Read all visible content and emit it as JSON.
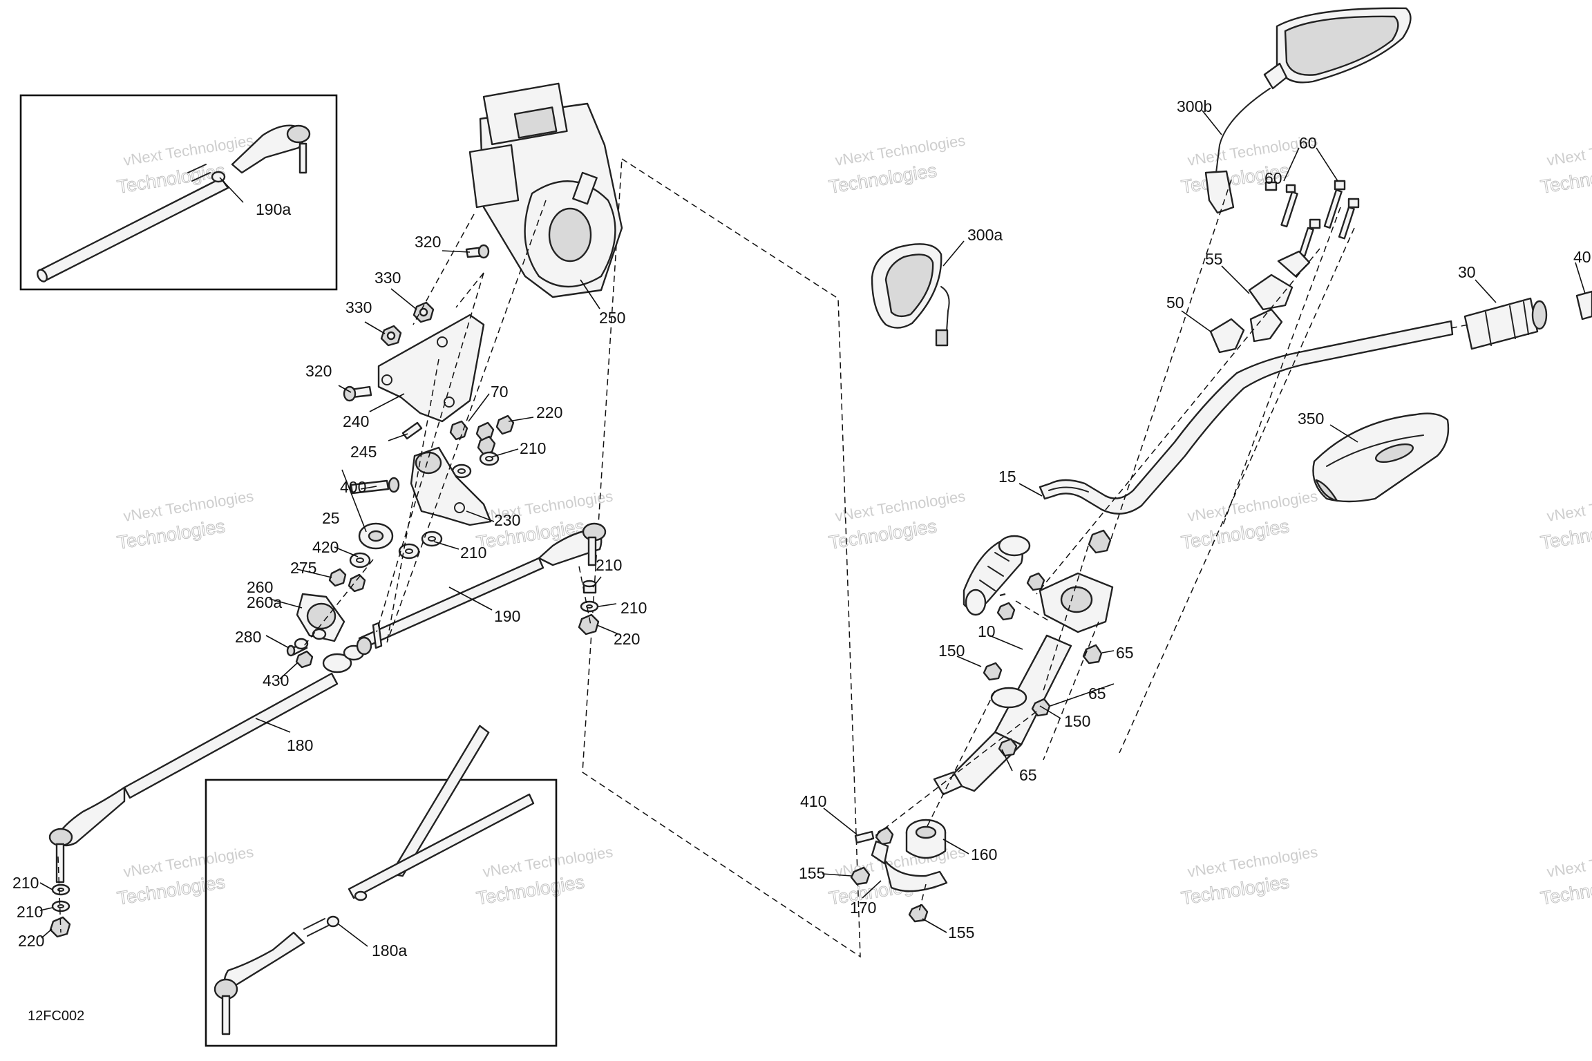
{
  "diagram": {
    "reference_code": "12FC002",
    "watermark_text_1": "vNext Technologies",
    "watermark_text_2": "Technologies",
    "callouts": [
      {
        "id": "c190a",
        "text": "190a"
      },
      {
        "id": "c320a",
        "text": "320"
      },
      {
        "id": "c330a",
        "text": "330"
      },
      {
        "id": "c330b",
        "text": "330"
      },
      {
        "id": "c320b",
        "text": "320"
      },
      {
        "id": "c250",
        "text": "250"
      },
      {
        "id": "c240",
        "text": "240"
      },
      {
        "id": "c70",
        "text": "70"
      },
      {
        "id": "c220a",
        "text": "220"
      },
      {
        "id": "c245",
        "text": "245"
      },
      {
        "id": "c210a",
        "text": "210"
      },
      {
        "id": "c400",
        "text": "400"
      },
      {
        "id": "c25",
        "text": "25"
      },
      {
        "id": "c230",
        "text": "230"
      },
      {
        "id": "c420",
        "text": "420"
      },
      {
        "id": "c210b",
        "text": "210"
      },
      {
        "id": "c275",
        "text": "275"
      },
      {
        "id": "c260",
        "text": "260"
      },
      {
        "id": "c260a",
        "text": "260a"
      },
      {
        "id": "c210c",
        "text": "210"
      },
      {
        "id": "c190",
        "text": "190"
      },
      {
        "id": "c210d",
        "text": "210"
      },
      {
        "id": "c280",
        "text": "280"
      },
      {
        "id": "c220b",
        "text": "220"
      },
      {
        "id": "c430",
        "text": "430"
      },
      {
        "id": "c180",
        "text": "180"
      },
      {
        "id": "c210e",
        "text": "210"
      },
      {
        "id": "c210f",
        "text": "210"
      },
      {
        "id": "c220c",
        "text": "220"
      },
      {
        "id": "c180a",
        "text": "180a"
      },
      {
        "id": "c300b",
        "text": "300b"
      },
      {
        "id": "c60a",
        "text": "60"
      },
      {
        "id": "c60b",
        "text": "60"
      },
      {
        "id": "c300a",
        "text": "300a"
      },
      {
        "id": "c55",
        "text": "55"
      },
      {
        "id": "c40",
        "text": "40"
      },
      {
        "id": "c30",
        "text": "30"
      },
      {
        "id": "c50",
        "text": "50"
      },
      {
        "id": "c350",
        "text": "350"
      },
      {
        "id": "c15",
        "text": "15"
      },
      {
        "id": "c10",
        "text": "10"
      },
      {
        "id": "c150a",
        "text": "150"
      },
      {
        "id": "c65a",
        "text": "65"
      },
      {
        "id": "c65b",
        "text": "65"
      },
      {
        "id": "c150b",
        "text": "150"
      },
      {
        "id": "c65c",
        "text": "65"
      },
      {
        "id": "c410",
        "text": "410"
      },
      {
        "id": "c160",
        "text": "160"
      },
      {
        "id": "c155a",
        "text": "155"
      },
      {
        "id": "c170",
        "text": "170"
      },
      {
        "id": "c155b",
        "text": "155"
      }
    ]
  }
}
